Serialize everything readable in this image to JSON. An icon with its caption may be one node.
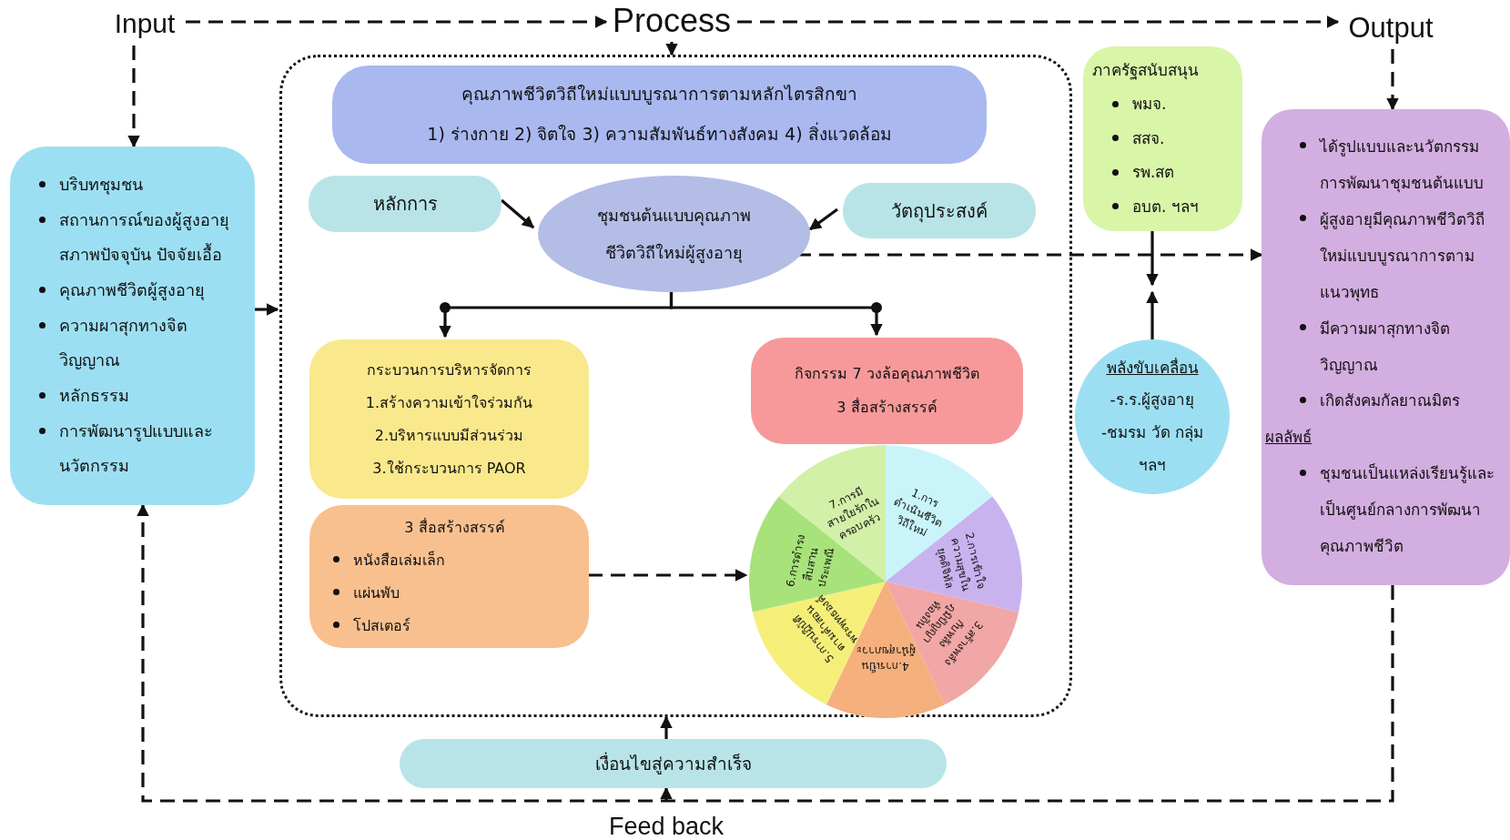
{
  "diagram": {
    "nodes": [
      {
        "text": [
          "Input"
        ]
      },
      {
        "text": [
          "Process"
        ]
      },
      {
        "text": [
          "Output"
        ]
      },
      {
        "text": [
          "บริบทชุมชน",
          "สถานการณ์ของผู้สูงอายุ สภาพปัจจุบัน ปัจจัยเอื้อ",
          "คุณภาพชีวิตผู้สูงอายุ",
          "ความผาสุกทางจิตวิญญาณ",
          "หลักธรรม",
          "การพัฒนารูปแบบและนวัตกรรม"
        ]
      },
      {
        "text": [],
        "shape": "box"
      },
      {
        "text": [
          "คุณภาพชีวิตวิถีใหม่แบบบูรณาการตามหลักไตรสิกขา",
          "1) ร่างกาย 2) จิตใจ  3) ความสัมพันธ์ทางสังคม 4) สิ่งแวดล้อม"
        ],
        "in": 4
      },
      {
        "text": [
          "หลักการ"
        ],
        "in": 4
      },
      {
        "text": [
          "ชุมชนต้นแบบคุณภาพชีวิตวิถีใหม่ผู้สูงอายุ"
        ],
        "in": 4
      },
      {
        "text": [
          "วัตถุประสงค์"
        ],
        "in": 4
      },
      {
        "text": [
          "กระบวนการบริหารจัดการ",
          "1.สร้างความเข้าใจร่วมกัน",
          "2.บริหารแบบมีส่วนร่วม",
          "3.ใช้กระบวนการ PAOR"
        ],
        "in": 4
      },
      {
        "text": [
          "3 สื่อสร้างสรรค์",
          "หนังสือเล่มเล็ก",
          "แผ่นพับ",
          "โปสเตอร์"
        ],
        "in": 4
      },
      {
        "text": [
          "กิจกรรม 7 วงล้อคุณภาพชีวิต",
          "3 สื่อสร้างสรรค์"
        ],
        "in": 4
      },
      {
        "text": [
          "1.การดำเนินชีวิตวิถีใหม่",
          "2.การเข้าใจความสุขในยุคดิจิทัล",
          "3.สร้างพลังกับพลังภูมิปัญญาท้องถิ่น",
          "4.การเป็นผู้นำสุขภาวะ",
          "5.การปฏิบัติตามคำสอนพระพุทธองค์",
          "6.การดำรงสืบสานประเพณี",
          "7.การมีสายใยรักในครอบครัว"
        ],
        "in": 4
      },
      {
        "text": [
          "ภาครัฐสนับสนุน",
          "พมจ.",
          "สสจ.",
          "รพ.สต",
          "อบต. ฯลฯ"
        ]
      },
      {
        "text": [
          "พลังขับเคลื่อน",
          "-ร.ร.ผู้สูงอายุ",
          "-ชมรม วัด กลุ่ม ฯลฯ"
        ]
      },
      {
        "text": [
          "ได้รูปแบบและนวัตกรรมการพัฒนาชุมชนต้นแบบ",
          "ผู้สูงอายุมีคุณภาพชีวิตวิถีใหม่แบบบูรณาการตามแนวพุทธ",
          "มีความผาสุกทางจิตวิญญาณ",
          "เกิดสังคมกัลยาณมิตร",
          "ผลลัพธ์",
          "ชุมชนเป็นแหล่งเรียนรู้และเป็นศูนย์กลางการพัฒนาคุณภาพชีวิต"
        ]
      },
      {
        "text": [
          "เงื่อนไขสู่ความสำเร็จ"
        ]
      }
    ],
    "edges": [
      {
        "from": 0,
        "to": 1,
        "arrow": "to",
        "style": "dashed"
      },
      {
        "from": 1,
        "to": 2,
        "arrow": "to",
        "style": "dashed"
      },
      {
        "from": 0,
        "to": 3,
        "arrow": "to",
        "style": "dashed"
      },
      {
        "from": 1,
        "to": 4,
        "arrow": "to"
      },
      {
        "from": 2,
        "to": 15,
        "arrow": "to",
        "style": "dashed"
      },
      {
        "from": 3,
        "to": 4,
        "arrow": "to"
      },
      {
        "from": 6,
        "to": 7,
        "arrow": "to"
      },
      {
        "from": 8,
        "to": 7,
        "arrow": "to"
      },
      {
        "from": 7,
        "to": 9,
        "arrow": "to"
      },
      {
        "from": 7,
        "to": 11,
        "arrow": "to"
      },
      {
        "from": 10,
        "to": 12,
        "arrow": "to",
        "style": "dashed"
      },
      {
        "from": 7,
        "to": 15,
        "arrow": "to",
        "style": "dashed"
      },
      {
        "from": 13,
        "to": null,
        "arrow": "to"
      },
      {
        "from": 14,
        "to": null,
        "arrow": "to"
      },
      {
        "from": 15,
        "to": 3,
        "arrow": "to",
        "style": "dashed"
      },
      {
        "from": null,
        "to": 16,
        "arrow": "to"
      },
      {
        "from": 16,
        "to": 4,
        "arrow": "to"
      }
    ],
    "labels": [
      "Feed back"
    ]
  }
}
